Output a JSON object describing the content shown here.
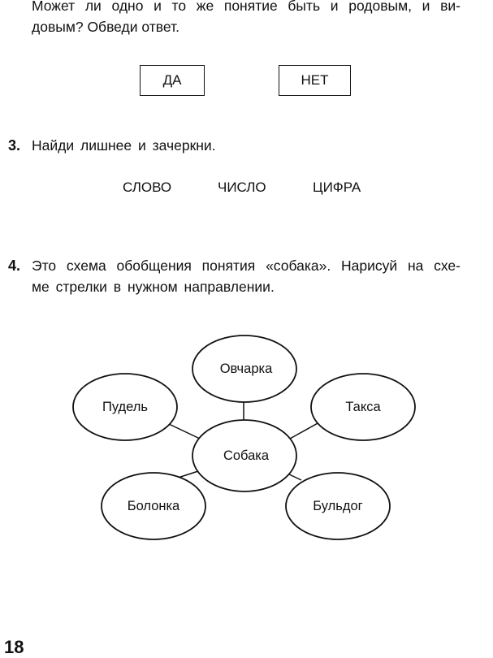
{
  "question2": {
    "line1": "Может ли одно и то же понятие быть и родовым, и ви-",
    "line2": "довым? Обведи ответ.",
    "options": [
      "ДА",
      "НЕТ"
    ]
  },
  "question3": {
    "number": "3.",
    "text": "Найди лишнее и зачеркни.",
    "words": [
      "СЛОВО",
      "ЧИСЛО",
      "ЦИФРА"
    ]
  },
  "question4": {
    "number": "4.",
    "line1": "Это схема обобщения понятия «собака». Нарисуй на схе-",
    "line2": "ме стрелки в нужном направлении.",
    "diagram": {
      "center": "Собака",
      "nodes": [
        "Овчарка",
        "Пудель",
        "Такса",
        "Болонка",
        "Бульдог"
      ]
    }
  },
  "page_number": "18"
}
